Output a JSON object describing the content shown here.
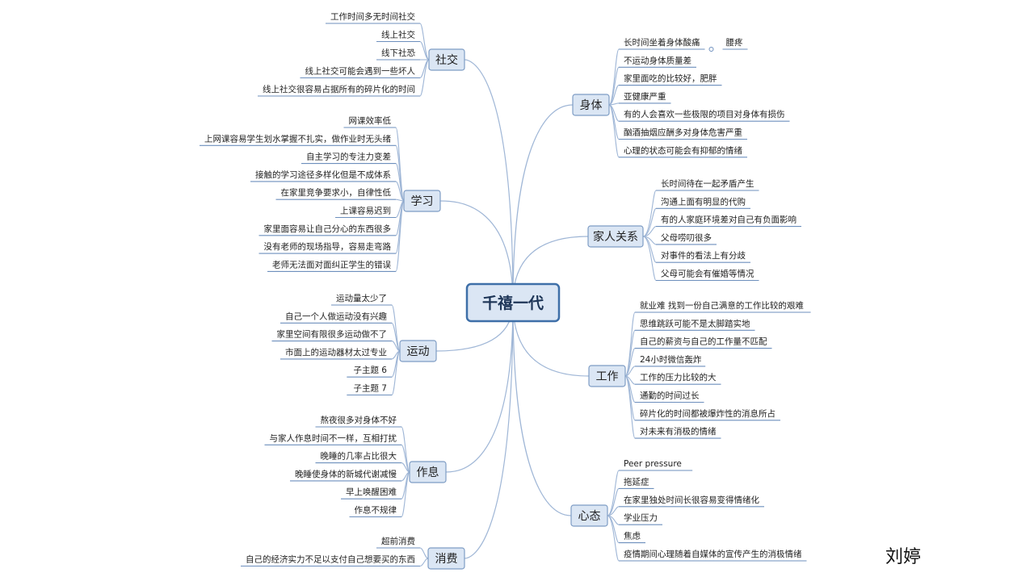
{
  "center": "千禧一代",
  "signature": "刘婷",
  "left_topics": [
    {
      "key": "social",
      "label": "社交",
      "items": [
        "工作时间多无时间社交",
        "线上社交",
        "线下社恐",
        "线上社交可能会遇到一些坏人",
        "线上社交很容易占据所有的碎片化的时间"
      ]
    },
    {
      "key": "study",
      "label": "学习",
      "items": [
        "网课效率低",
        "上网课容易学生划水掌握不扎实，做作业时无头绪",
        "自主学习的专注力变差",
        "接触的学习途径多样化但是不成体系",
        "在家里竞争要求小，自律性低",
        "上课容易迟到",
        "家里面容易让自己分心的东西很多",
        "没有老师的现场指导，容易走弯路",
        "老师无法面对面纠正学生的错误"
      ]
    },
    {
      "key": "sport",
      "label": "运动",
      "items": [
        "运动量太少了",
        "自己一个人做运动没有兴趣",
        "家里空间有限很多运动做不了",
        "市面上的运动器材太过专业",
        "子主题 6",
        "子主题 7"
      ]
    },
    {
      "key": "rest",
      "label": "作息",
      "items": [
        "熬夜很多对身体不好",
        "与家人作息时间不一样，互相打扰",
        "晚睡的几率占比很大",
        "晚睡使身体的新城代谢减慢",
        "早上唤醒困难",
        "作息不规律"
      ]
    },
    {
      "key": "consume",
      "label": "消费",
      "items": [
        "超前消费",
        "自己的经济实力不足以支付自己想要买的东西"
      ]
    }
  ],
  "right_topics": [
    {
      "key": "body",
      "label": "身体",
      "items": [
        "长时间坐着身体酸痛",
        "不运动身体质量差",
        "家里面吃的比较好，肥胖",
        "亚健康严重",
        "有的人会喜欢一些极限的项目对身体有损伤",
        "酗酒抽烟应酬多对身体危害严重",
        "心理的状态可能会有抑郁的情绪"
      ],
      "extra": "腰疼"
    },
    {
      "key": "family",
      "label": "家人关系",
      "items": [
        "长时间待在一起矛盾产生",
        "沟通上面有明显的代购",
        "有的人家庭环境差对自己有负面影响",
        "父母唠叨很多",
        "对事件的看法上有分歧",
        "父母可能会有催婚等情况"
      ]
    },
    {
      "key": "work",
      "label": "工作",
      "items": [
        "就业难 找到一份自己满意的工作比较的艰难",
        "思维跳跃可能不是太脚踏实地",
        "自己的薪资与自己的工作量不匹配",
        "24小时微信轰炸",
        "工作的压力比较的大",
        "通勤的时间过长",
        "碎片化的时间都被爆炸性的消息所占",
        "对未来有消极的情绪"
      ]
    },
    {
      "key": "mind",
      "label": "心态",
      "items": [
        "Peer pressure",
        "拖延症",
        "在家里独处时间长很容易变得情绪化",
        "学业压力",
        "焦虑",
        "疫情期间心理随着自媒体的宣传产生的消极情绪"
      ]
    }
  ]
}
